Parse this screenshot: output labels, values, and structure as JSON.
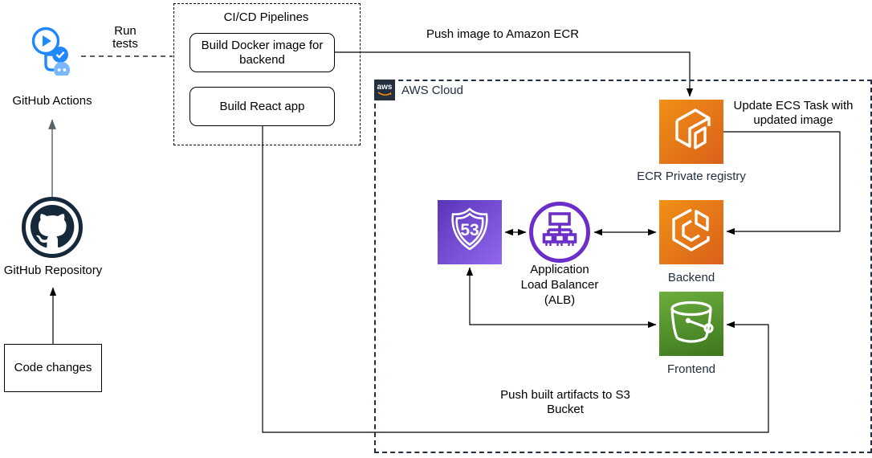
{
  "github_actions": {
    "label": "GitHub Actions"
  },
  "github_repo": {
    "label": "GitHub Repository"
  },
  "code_changes": {
    "label": "Code changes"
  },
  "run_tests": {
    "label": "Run tests"
  },
  "cicd": {
    "title": "CI/CD Pipelines",
    "build_docker": "Build Docker image for backend",
    "build_react": "Build React app"
  },
  "edges": {
    "push_image": "Push image to Amazon ECR",
    "update_ecs": "Update ECS Task with updated image",
    "push_artifacts": "Push built artifacts to S3 Bucket"
  },
  "aws": {
    "label": "AWS Cloud",
    "logo_text": "aws",
    "ecr_label": "ECR Private registry",
    "backend_label": "Backend",
    "frontend_label": "Frontend",
    "alb_label": "Application Load Balancer (ALB)",
    "route53_number": "53"
  },
  "colors": {
    "aws_navy": "#232F3E",
    "github_blue": "#2088FF",
    "github_blue_light": "#79B8FF",
    "orange_dark": "#D9601A",
    "orange_light": "#F19016",
    "purple_dark": "#5A34B8",
    "purple_light": "#9168EE",
    "alb_purple": "#6B2EC9",
    "green_dark": "#3C771D",
    "green_light": "#6CAE3E",
    "gray_arrow": "#59616B"
  }
}
